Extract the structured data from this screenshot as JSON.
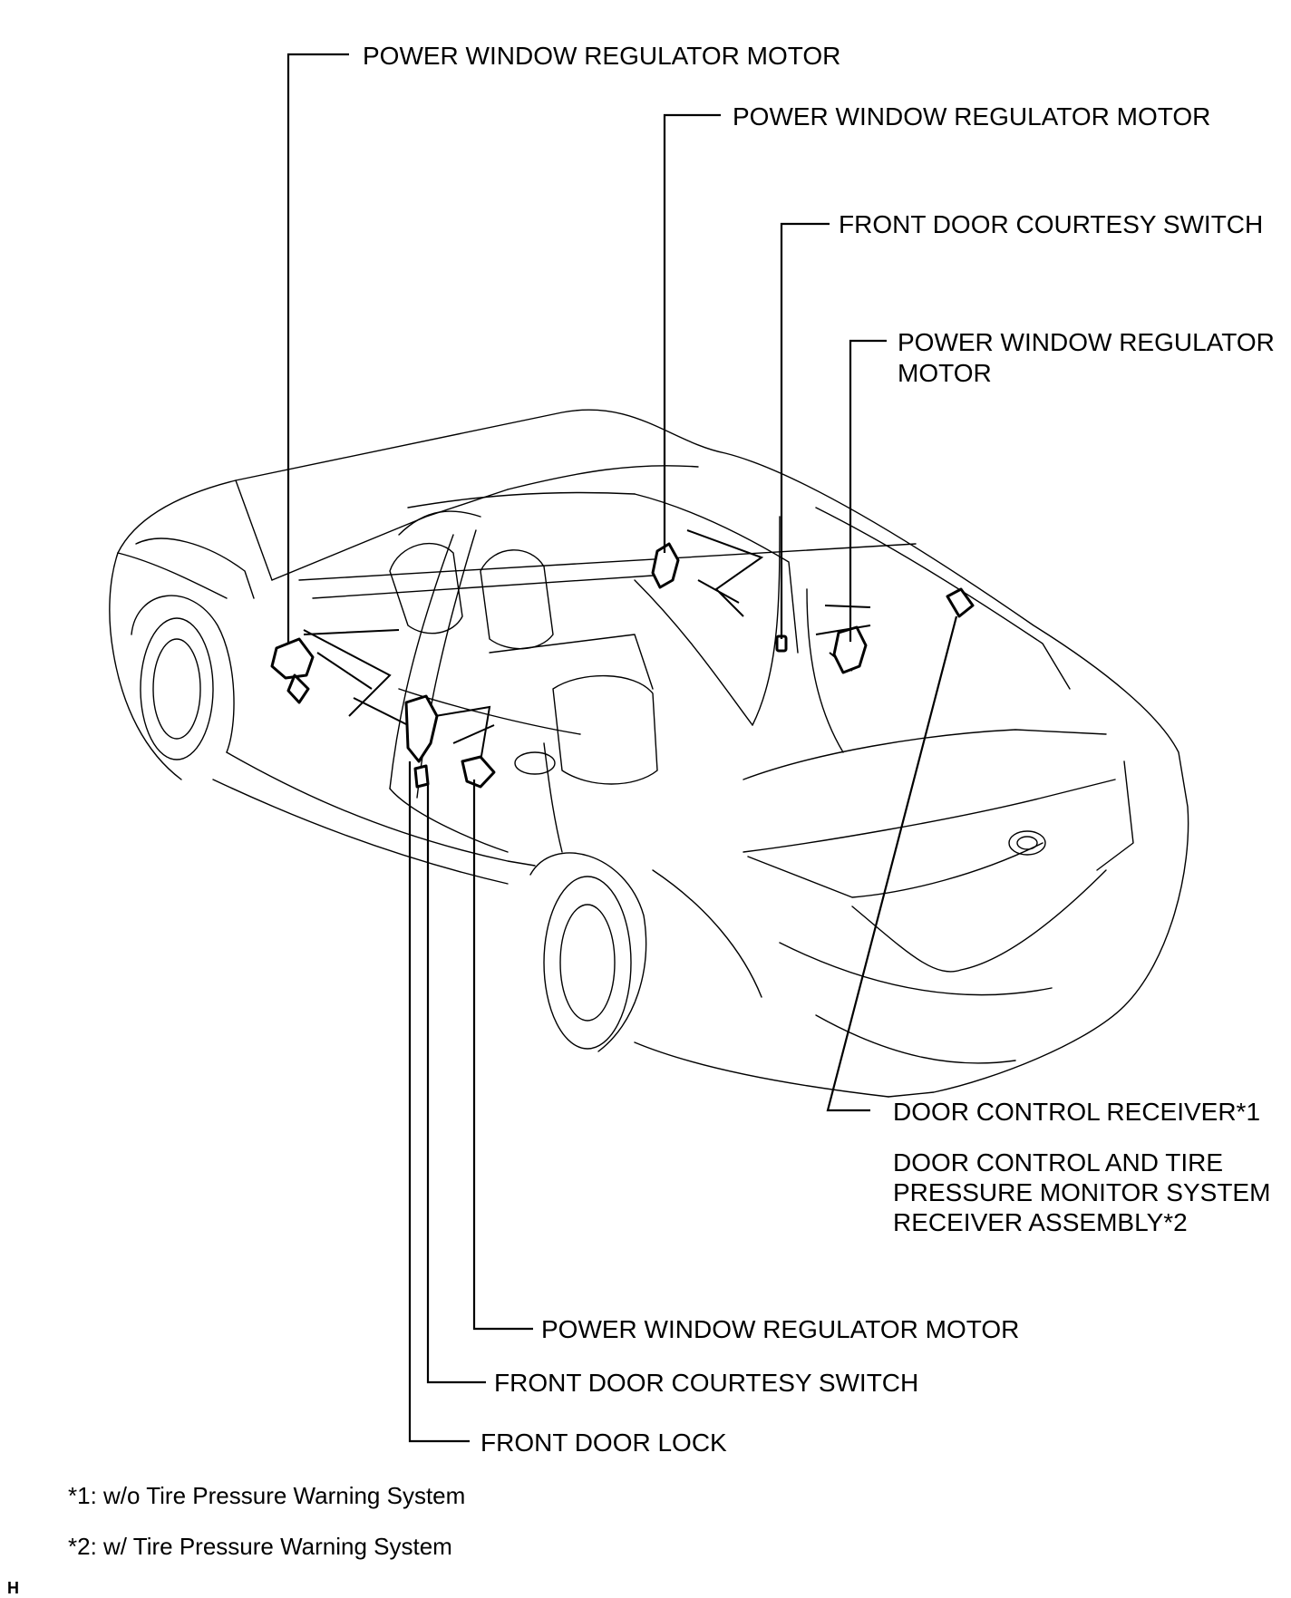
{
  "labels": {
    "pwr_motor_rear_left": "POWER WINDOW REGULATOR MOTOR",
    "pwr_motor_rear_right": "POWER WINDOW REGULATOR MOTOR",
    "courtesy_switch_right": "FRONT DOOR COURTESY SWITCH",
    "pwr_motor_front_right_line1": "POWER WINDOW REGULATOR",
    "pwr_motor_front_right_line2": "MOTOR",
    "door_control_receiver": "DOOR CONTROL RECEIVER*1",
    "receiver_assembly_line1": "DOOR CONTROL AND TIRE",
    "receiver_assembly_line2": "PRESSURE MONITOR SYSTEM",
    "receiver_assembly_line3": "RECEIVER ASSEMBLY*2",
    "pwr_motor_front_left": "POWER WINDOW REGULATOR MOTOR",
    "courtesy_switch_left": "FRONT DOOR COURTESY SWITCH",
    "front_door_lock": "FRONT DOOR LOCK"
  },
  "notes": {
    "note1": "*1: w/o Tire Pressure Warning System",
    "note2": "*2: w/ Tire Pressure Warning System"
  },
  "corner_mark": "H"
}
